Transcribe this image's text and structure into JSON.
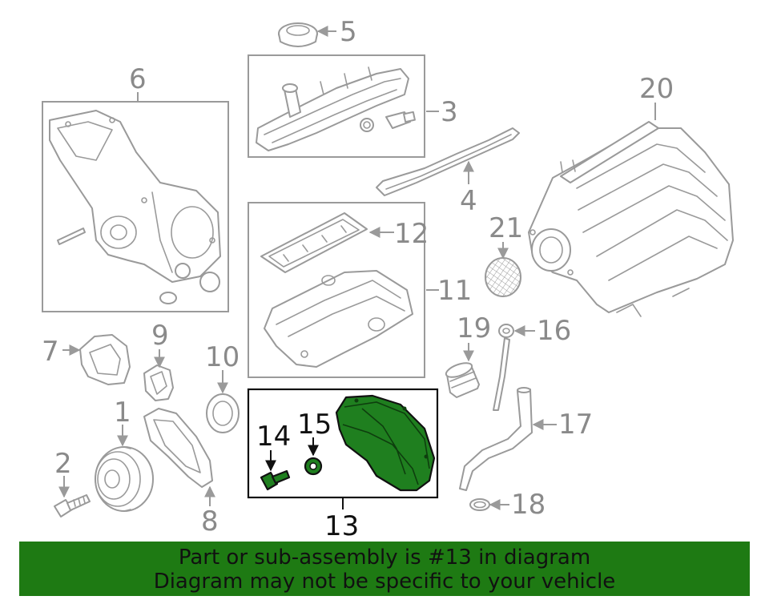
{
  "diagram": {
    "callouts": [
      "1",
      "2",
      "3",
      "4",
      "5",
      "6",
      "7",
      "8",
      "9",
      "10",
      "11",
      "12",
      "13",
      "14",
      "15",
      "16",
      "17",
      "18",
      "19",
      "20",
      "21"
    ],
    "highlight_color": "#1e7a13",
    "highlighted_part": "13"
  },
  "banner": {
    "line1": "Part or sub-assembly is #13 in diagram",
    "line2": "Diagram may not be specific to your vehicle",
    "background": "#1e7a13"
  }
}
